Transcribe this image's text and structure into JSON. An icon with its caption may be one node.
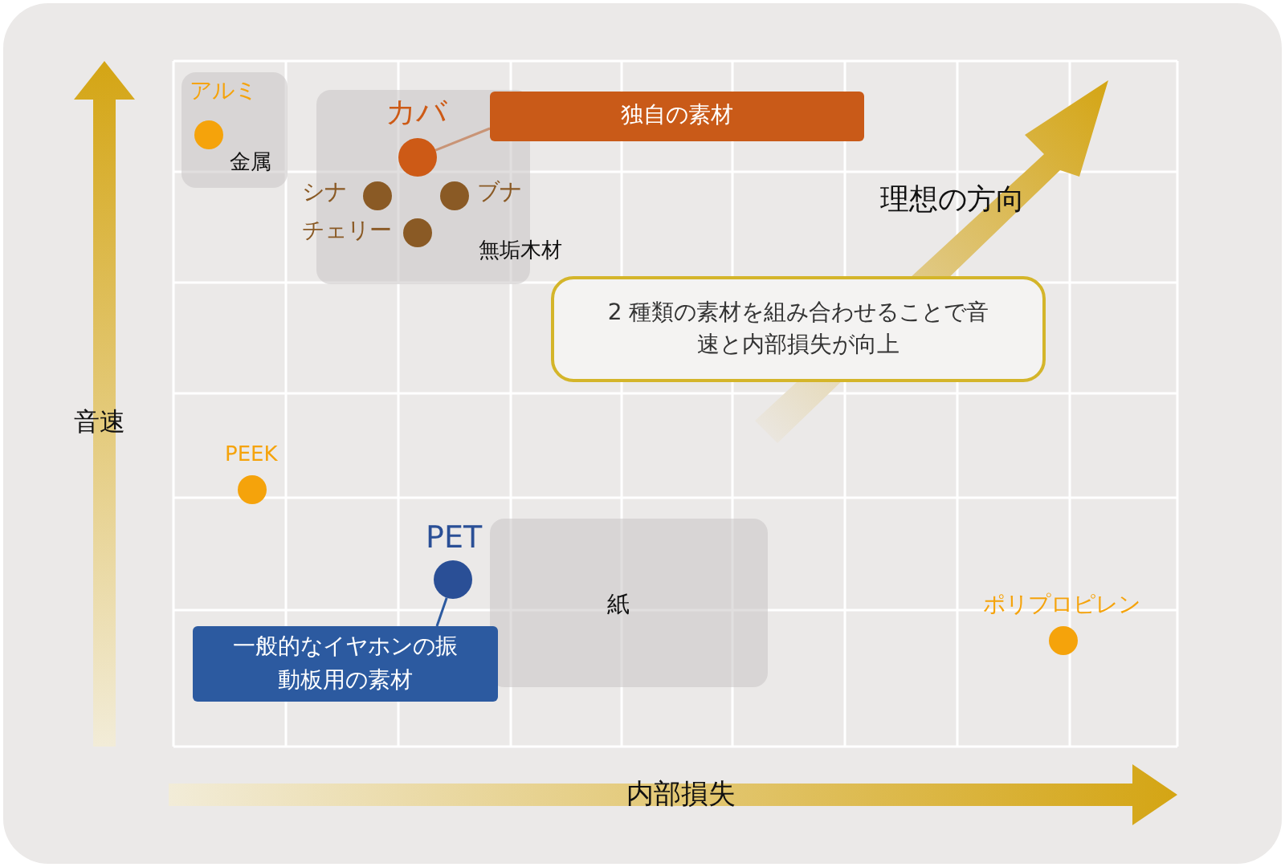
{
  "diagram": {
    "nodes": [
      {
        "text": [
          "金属"
        ]
      },
      {
        "text": [
          "アルミ"
        ],
        "in": 0
      },
      {
        "text": [
          "無垢木材"
        ]
      },
      {
        "text": [
          "カバ"
        ],
        "in": 2
      },
      {
        "text": [
          "シナ"
        ],
        "in": 2
      },
      {
        "text": [
          "ブナ"
        ],
        "in": 2
      },
      {
        "text": [
          "チェリー"
        ],
        "in": 2
      },
      {
        "text": [
          "独自の素材"
        ]
      },
      {
        "text": [
          "PEEK"
        ]
      },
      {
        "text": [
          "紙"
        ]
      },
      {
        "text": [
          "PET"
        ]
      },
      {
        "text": [
          "一般的なイヤホンの振動板用の素材"
        ]
      },
      {
        "text": [
          "2 種類の素材を組み合わせることで音速と内部損失が向上"
        ]
      },
      {
        "text": [
          "ポリプロピレン"
        ]
      }
    ],
    "edges": [
      {
        "from": 7,
        "to": 3,
        "arrow": "none",
        "color": "#c95a18"
      },
      {
        "from": 11,
        "to": 10,
        "arrow": "none",
        "color": "#2c5aa0"
      }
    ],
    "labels": [
      "理想の方向",
      "音速",
      "内部損失"
    ]
  }
}
